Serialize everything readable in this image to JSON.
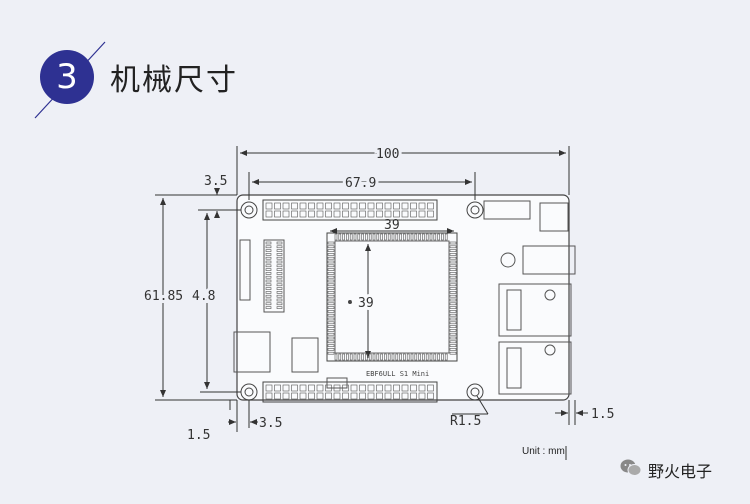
{
  "section": {
    "number": "3",
    "title": "机械尺寸"
  },
  "dimensions": {
    "total_width": "100",
    "header_width": "67.9",
    "edge_offset": "3.5",
    "height_outer": "61.85",
    "height_inner": "4.8",
    "chip_width": "39",
    "chip_height": "39",
    "bottom_offset": "3.5",
    "bottom_margin": "1.5",
    "right_margin": "1.5",
    "hole_radius": "R1.5"
  },
  "silkscreen": {
    "board_name": "EBF6ULL S1 Mini"
  },
  "unit_label": "Unit : mm",
  "footer": {
    "brand": "野火电子",
    "icon": "wechat-icon"
  }
}
